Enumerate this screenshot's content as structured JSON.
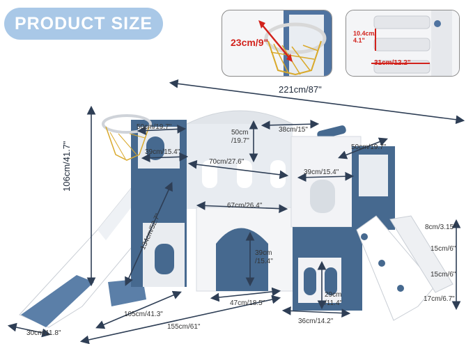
{
  "header": {
    "title": "PRODUCT SIZE"
  },
  "colors": {
    "accent": "#a9c8e7",
    "navy": "#46698f",
    "red": "#d2221c",
    "dim_line": "#2e3e55"
  },
  "inset_hoop": {
    "label": "23cm/9\""
  },
  "inset_ladder": {
    "step_height": "10.4cm/\n4.1\"",
    "step_width": "31cm/12.2\""
  },
  "dimensions": {
    "overall_length": "221cm/87\"",
    "overall_height": "106cm/41.7\"",
    "hoop_tower_width": "50cm/19.7\"",
    "hoop_tower_depth": "39cm/15.4\"",
    "center_height": "50cm\n/19.7\"",
    "center_roof_depth": "38cm/15\"",
    "center_roof_width": "70cm/27.6\"",
    "right_tower_width": "50cm/19.7\"",
    "right_tower_depth": "39cm/15.4\"",
    "deck_length": "67cm/26.4\"",
    "slide_length": "134cm/52.7\"",
    "arch_height": "39cm\n/15.4\"",
    "door_height": "29cm\n/11.4\"",
    "slide_width": "30cm/11.8\"",
    "slide_run": "105cm/41.3\"",
    "base_length": "155cm/61\"",
    "arch_width": "47cm/18.5\"",
    "door_width": "36cm/14.2\"",
    "ladder_top": "8cm/3.15\"",
    "ladder_step1": "15cm/6\"",
    "ladder_step2": "15cm/6\"",
    "ladder_bottom": "17cm/6.7\""
  }
}
